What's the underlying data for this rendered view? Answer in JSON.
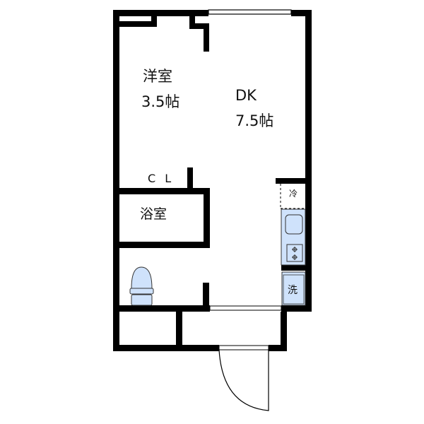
{
  "floor_plan": {
    "rooms": {
      "western_room": {
        "name": "洋室",
        "size": "3.5帖"
      },
      "dining_kitchen": {
        "name": "DK",
        "size": "7.5帖"
      },
      "closet": {
        "name": "C L"
      },
      "bathroom": {
        "name": "浴室"
      }
    },
    "fixtures": {
      "refrigerator": {
        "label": "冷"
      },
      "washer": {
        "label": "洗"
      },
      "sink": {
        "label": ""
      },
      "stove": {
        "label": ""
      },
      "toilet": {
        "label": ""
      }
    },
    "colors": {
      "wall": "#000000",
      "fixture_fill": "#cfe2fb",
      "fixture_stroke": "#333333",
      "background": "#ffffff"
    }
  }
}
